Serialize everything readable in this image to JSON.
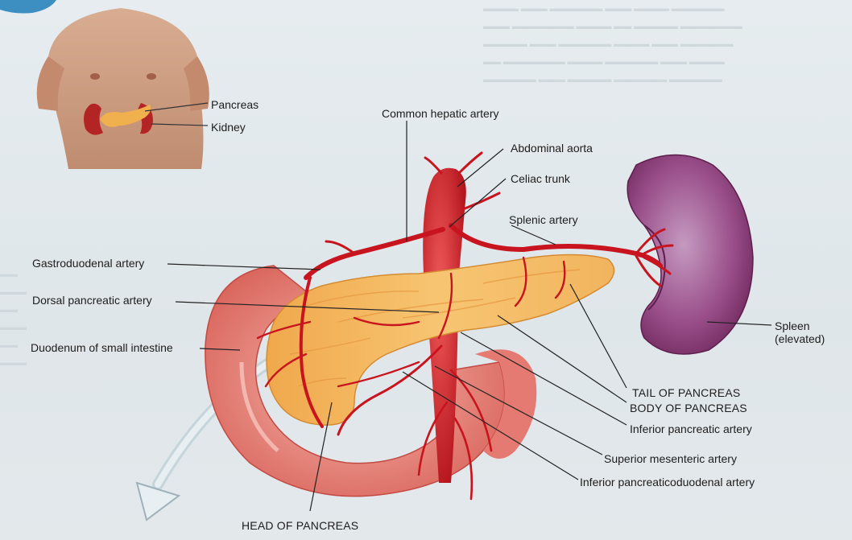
{
  "inset": {
    "labels": [
      "Pancreas",
      "Kidney"
    ]
  },
  "labels": {
    "common_hepatic_artery": "Common hepatic artery",
    "abdominal_aorta": "Abdominal aorta",
    "celiac_trunk": "Celiac trunk",
    "splenic_artery": "Splenic artery",
    "gastroduodenal_artery": "Gastroduodenal artery",
    "dorsal_pancreatic_artery": "Dorsal pancreatic artery",
    "duodenum": "Duodenum of small intestine",
    "spleen_line1": "Spleen",
    "spleen_line2": "(elevated)",
    "tail_of_pancreas": "TAIL OF PANCREAS",
    "body_of_pancreas": "BODY OF PANCREAS",
    "inferior_pancreatic_artery": "Inferior pancreatic artery",
    "superior_mesenteric_artery": "Superior mesenteric artery",
    "inferior_pancreaticoduodenal_artery": "Inferior pancreaticoduodenal artery",
    "head_of_pancreas": "HEAD OF PANCREAS"
  },
  "colors": {
    "artery": "#c8141e",
    "pancreas": "#f4b85a",
    "duodenum": "#e8827c",
    "spleen": "#8a3a78",
    "skin": "#c9977a",
    "arrow": "#c8d6dc"
  }
}
